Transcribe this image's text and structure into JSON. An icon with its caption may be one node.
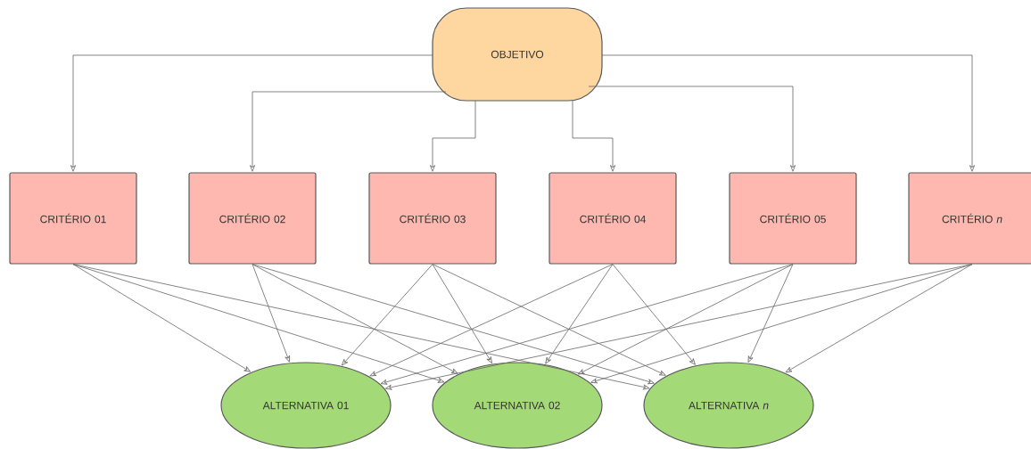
{
  "diagram": {
    "nodes": [
      {
        "text": [
          "OBJETIVO"
        ]
      },
      {
        "text": [
          "CRITÉRIO 01"
        ]
      },
      {
        "text": [
          "CRITÉRIO 02"
        ]
      },
      {
        "text": [
          "CRITÉRIO 03"
        ]
      },
      {
        "text": [
          "CRITÉRIO 04"
        ]
      },
      {
        "text": [
          "CRITÉRIO 05"
        ]
      },
      {
        "text": [
          "CRITÉRIO *n*"
        ]
      },
      {
        "text": [
          "ALTERNATIVA 01"
        ]
      },
      {
        "text": [
          "ALTERNATIVA 02"
        ]
      },
      {
        "text": [
          "ALTERNATIVA *n*"
        ]
      }
    ],
    "edges": [
      {
        "from": 0,
        "to": 1,
        "arrow": "to"
      },
      {
        "from": 0,
        "to": 2,
        "arrow": "to"
      },
      {
        "from": 0,
        "to": 3,
        "arrow": "to"
      },
      {
        "from": 0,
        "to": 4,
        "arrow": "to"
      },
      {
        "from": 0,
        "to": 5,
        "arrow": "to"
      },
      {
        "from": 0,
        "to": 6,
        "arrow": "to"
      },
      {
        "from": 1,
        "to": 7,
        "arrow": "to"
      },
      {
        "from": 1,
        "to": 8,
        "arrow": "to"
      },
      {
        "from": 1,
        "to": 9,
        "arrow": "to"
      },
      {
        "from": 2,
        "to": 7,
        "arrow": "to"
      },
      {
        "from": 2,
        "to": 8,
        "arrow": "to"
      },
      {
        "from": 2,
        "to": 9,
        "arrow": "to"
      },
      {
        "from": 3,
        "to": 7,
        "arrow": "to"
      },
      {
        "from": 3,
        "to": 8,
        "arrow": "to"
      },
      {
        "from": 3,
        "to": 9,
        "arrow": "to"
      },
      {
        "from": 4,
        "to": 7,
        "arrow": "to"
      },
      {
        "from": 4,
        "to": 8,
        "arrow": "to"
      },
      {
        "from": 4,
        "to": 9,
        "arrow": "to"
      },
      {
        "from": 5,
        "to": 7,
        "arrow": "to"
      },
      {
        "from": 5,
        "to": 8,
        "arrow": "to"
      },
      {
        "from": 5,
        "to": 9,
        "arrow": "to"
      },
      {
        "from": 6,
        "to": 7,
        "arrow": "to"
      },
      {
        "from": 6,
        "to": 8,
        "arrow": "to"
      },
      {
        "from": 6,
        "to": 9,
        "arrow": "to"
      }
    ]
  }
}
